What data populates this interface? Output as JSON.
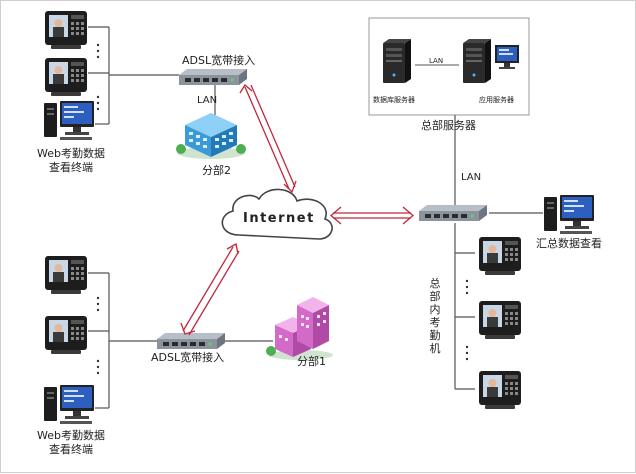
{
  "labels": {
    "adsl_top": "ADSL宽带接入",
    "lan_top": "LAN",
    "branch2": "分部2",
    "web_terminal_top_line1": "Web考勤数据",
    "web_terminal_top_line2": "查看终端",
    "internet": "Internet",
    "server_lan": "LAN",
    "db_server": "数据库服务器",
    "app_server": "应用服务器",
    "hq_servers": "总部服务器",
    "hq_lan": "LAN",
    "summary_view": "汇总数据查看",
    "hq_attendance": "总部内考勤机",
    "adsl_bottom": "ADSL宽带接入",
    "branch1": "分部1",
    "web_terminal_bottom_line1": "Web考勤数据",
    "web_terminal_bottom_line2": "查看终端"
  },
  "colors": {
    "link_line": "#555555",
    "wan_arrow": "#c0283c",
    "branch2_building": "#3b9bd8",
    "branch1_building": "#d46ac8",
    "device_body": "#1d1d1d",
    "screen": "#2c5fbf"
  },
  "icons": {
    "attendance": "attendance-machine-icon",
    "pc": "pc-terminal-icon",
    "switch": "network-switch-icon",
    "server": "server-tower-icon",
    "building": "office-building-icon",
    "cloud": "internet-cloud-icon"
  }
}
